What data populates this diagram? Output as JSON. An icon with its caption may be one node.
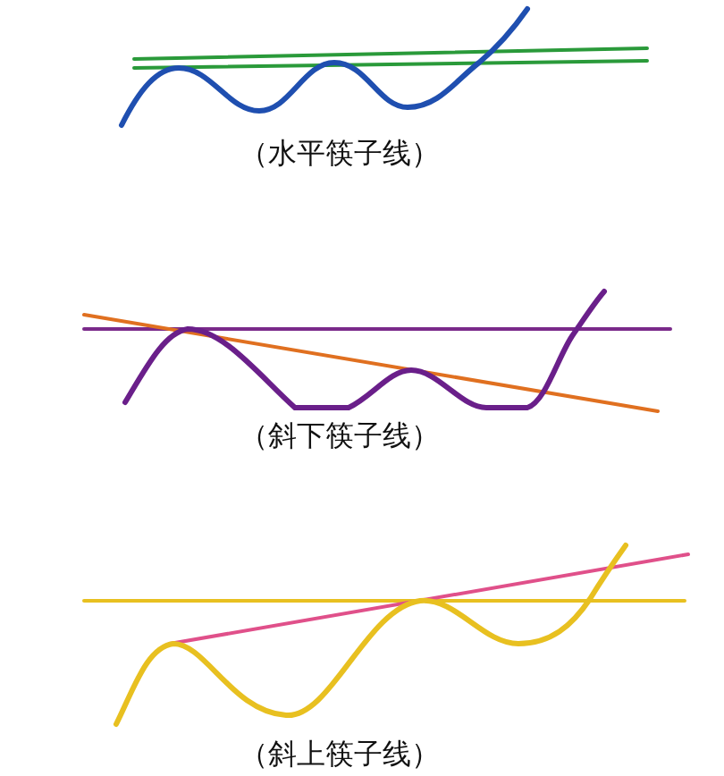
{
  "diagram": {
    "labels": [
      "（水平筷子线）",
      "（斜下筷子线）",
      "（斜上筷子线）"
    ]
  }
}
